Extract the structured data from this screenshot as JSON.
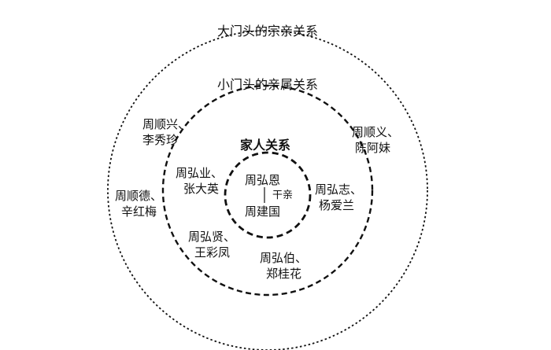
{
  "diagram": {
    "outer_title": "大门头的宗亲关系",
    "middle_title": "小门头的亲属关系",
    "inner_title": "家人关系",
    "center": {
      "top": "周弘恩",
      "bottom": "周建国",
      "relation": "干亲"
    },
    "outer_ring": [
      {
        "line1": "周顺兴、",
        "line2": "李秀珍"
      },
      {
        "line1": "周顺义、",
        "line2": "陈阿妹"
      },
      {
        "line1": "周顺德、",
        "line2": "辛红梅"
      }
    ],
    "middle_ring": [
      {
        "line1": "周弘业、",
        "line2": "张大英"
      },
      {
        "line1": "周弘志、",
        "line2": "杨爱兰"
      },
      {
        "line1": "周弘贤、",
        "line2": "王彩凤"
      },
      {
        "line1": "周弘伯、",
        "line2": "郑桂花"
      }
    ]
  }
}
